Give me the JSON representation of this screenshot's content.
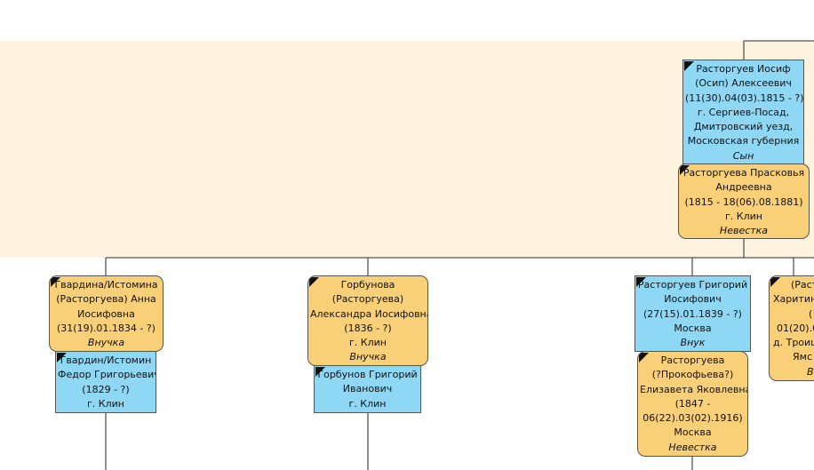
{
  "cards": [
    {
      "id": "iosif",
      "sex": "m",
      "lines": [
        "Расторгуев Иосиф",
        "(Осип) Алексеевич",
        "(11(30).04(03).1815 - ?)",
        "г. Сергиев-Посад,",
        "Дмитровский уезд,",
        "Московская губерния"
      ],
      "role": "Сын"
    },
    {
      "id": "praskovya",
      "sex": "f",
      "lines": [
        "Расторгуева Прасковья",
        "Андреевна",
        "(1815 - 18(06).08.1881)",
        "г. Клин"
      ],
      "role": "Невестка"
    },
    {
      "id": "anna",
      "sex": "f",
      "lines": [
        "Гвардина/Истомина",
        "(Расторгуева) Анна",
        "Иосифовна",
        "(31(19).01.1834 - ?)"
      ],
      "role": "Внучка"
    },
    {
      "id": "fedor",
      "sex": "m",
      "lines": [
        "Гвардин/Истомин",
        "Федор Григорьевич",
        "(1829 - ?)",
        "г. Клин"
      ],
      "role": ""
    },
    {
      "id": "aleksandra",
      "sex": "f",
      "lines": [
        "Горбунова",
        "(Расторгуева)",
        "Александра Иосифовна",
        "(1836 - ?)",
        "г. Клин"
      ],
      "role": "Внучка"
    },
    {
      "id": "grigoriy_g",
      "sex": "m",
      "lines": [
        "Горбунов Григорий",
        "Иванович",
        "г. Клин"
      ],
      "role": ""
    },
    {
      "id": "grigoriy_r",
      "sex": "m",
      "lines": [
        "Расторгуев Григорий",
        "Иосифович",
        "(27(15).01.1839 - ?)",
        "Москва"
      ],
      "role": "Внук"
    },
    {
      "id": "elizaveta",
      "sex": "f",
      "lines": [
        "Расторгуева",
        "(?Прокофьева?)",
        "Елизавета Яковлевна",
        "(1847 -",
        "06(22).03(02).1916)",
        "Москва"
      ],
      "role": "Невестка"
    },
    {
      "id": "partial",
      "sex": "f",
      "lines": [
        "(Раст",
        "Харитин",
        "(",
        "01(20).0",
        "д. Троиц",
        "Ямс"
      ],
      "role": "В"
    }
  ]
}
